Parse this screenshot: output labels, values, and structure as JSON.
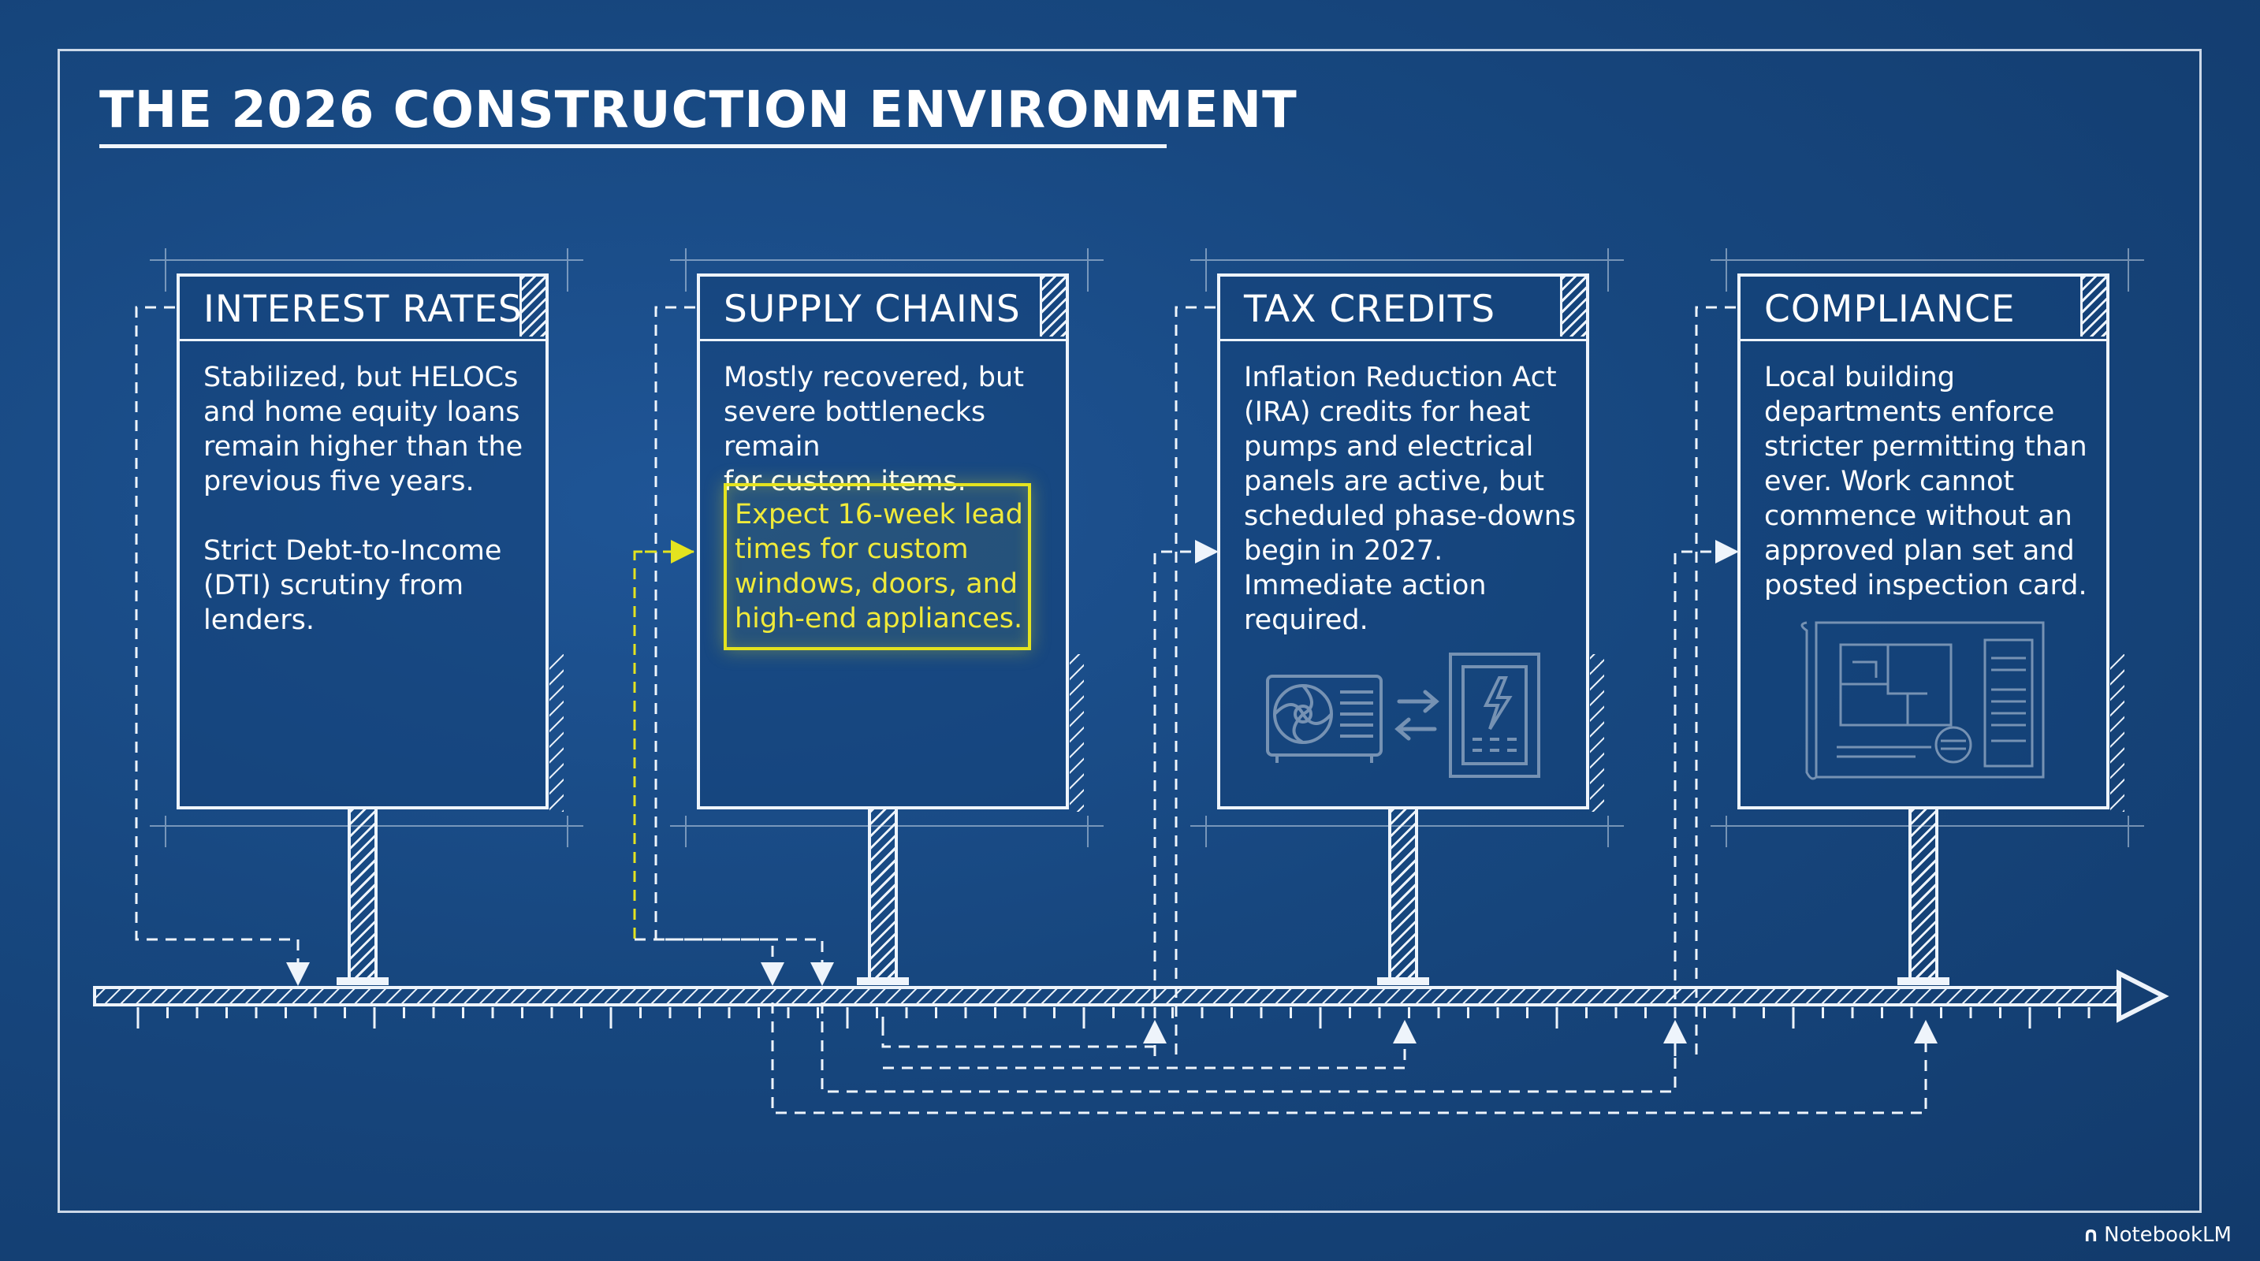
{
  "page": {
    "title": "THE 2026 CONSTRUCTION ENVIRONMENT"
  },
  "cards": [
    {
      "title": "INTEREST RATES",
      "body": "Stabilized, but HELOCs\nand home equity loans\nremain higher than the\nprevious five years.\n\nStrict Debt-to-Income\n(DTI) scrutiny from\nlenders."
    },
    {
      "title": "SUPPLY CHAINS",
      "body": "Mostly recovered, but\nsevere bottlenecks remain\nfor custom items.",
      "highlight": "Expect 16-week lead\ntimes for custom\nwindows, doors, and\nhigh-end appliances."
    },
    {
      "title": "TAX CREDITS",
      "body": "Inflation Reduction Act\n(IRA) credits for heat\npumps and electrical\npanels are active, but\nscheduled phase-downs\nbegin in 2027.\nImmediate action\nrequired.",
      "icons": [
        "heat-pump-icon",
        "exchange-arrows-icon",
        "electrical-panel-icon"
      ]
    },
    {
      "title": "COMPLIANCE",
      "body": "Local building\ndepartments enforce\nstricter permitting than\never. Work cannot\ncommence without an\napproved plan set and\nposted inspection card.",
      "icons": [
        "blueprint-plan-icon"
      ]
    }
  ],
  "watermark": {
    "label": "NotebookLM"
  },
  "colors": {
    "background": "#17477f",
    "line": "#eef4fb",
    "highlight": "#e4e31f",
    "highlight_text": "#f0ea3a"
  }
}
